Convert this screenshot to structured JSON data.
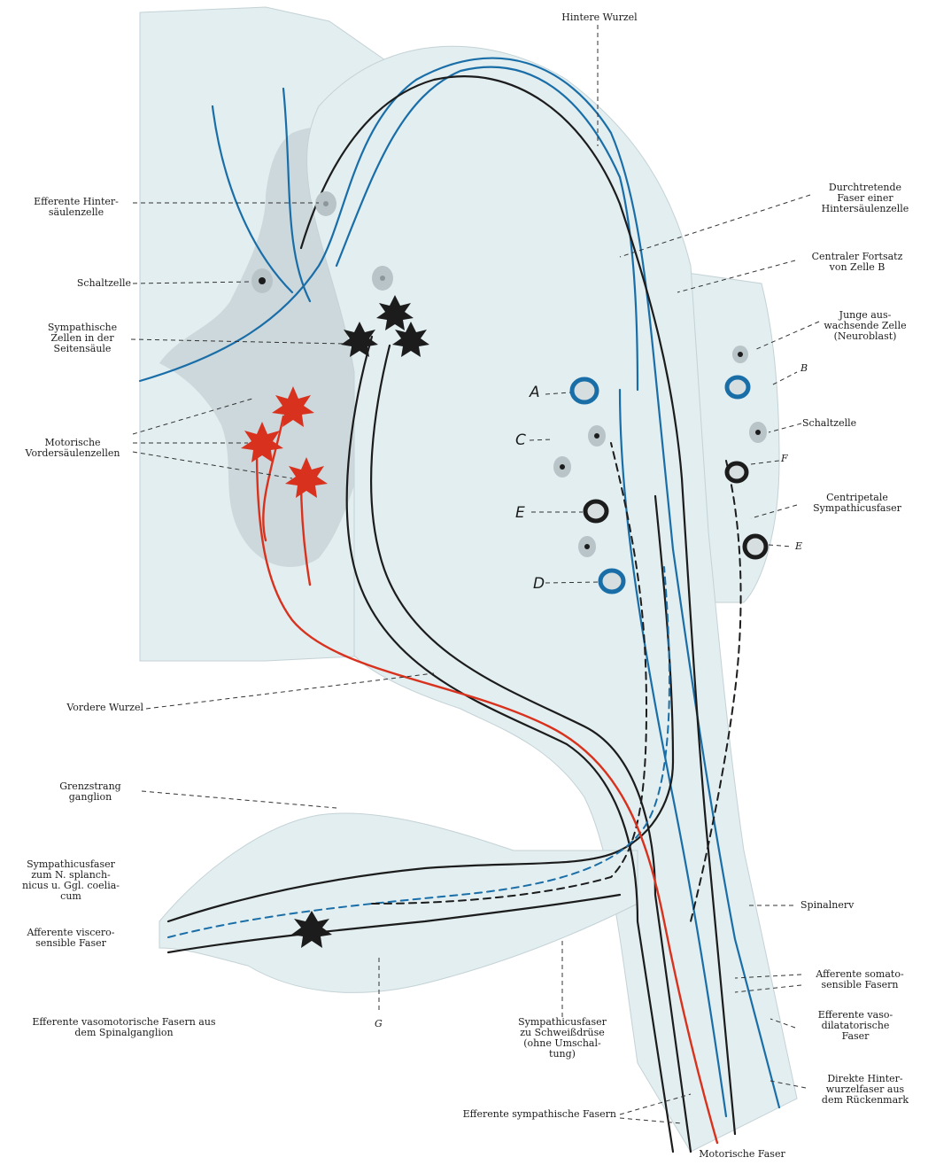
{
  "labels": {
    "hintere_wurzel": "Hintere Wurzel",
    "durchtretende": "Durchtretende\nFaser einer\nHintersäulenzelle",
    "centraler_fortsatz": "Centraler Fortsatz\nvon Zelle B",
    "junge_zelle": "Junge aus-\nwachsende Zelle\n(Neuroblast)",
    "schaltzelle_right": "Schaltzelle",
    "centripetale": "Centripetale\nSympathicusfaser",
    "spinalnerv": "Spinalnerv",
    "afferente_somato": "Afferente somato-\nsensible Fasern",
    "efferente_vaso": "Efferente vaso-\ndilatatorische\nFaser",
    "direkte": "Direkte Hinter-\nwurzelfaser aus\ndem Rückenmark",
    "motorische_faser": "Motorische Faser",
    "efferente_sympathische": "Efferente sympathische Fasern",
    "sympathicusfaser_schweiss": "Sympathicusfaser\nzu Schweißdrüse\n(ohne Umschal-\ntung)",
    "g_label": "G",
    "efferente_vasomotorische": "Efferente vasomotorische Fasern aus\ndem Spinalganglion",
    "afferente_viscero": "Afferente viscero-\nsensible Faser",
    "sympathicusfaser_splanch": "Sympathicusfaser\nzum N. splanch-\nnicus u. Ggl. coelia-\ncum",
    "grenzstrang": "Grenzstrang\nganglion",
    "vordere_wurzel": "Vordere Wurzel",
    "motorische_vorder": "Motorische\nVordersäulenzellen",
    "sympathische_zellen": "Sympathische\nZellen in der\nSeitensäule",
    "schaltzelle_left": "Schaltzelle",
    "efferente_hinter": "Efferente Hinter-\nsäulenzelle",
    "cell_A": "A",
    "cell_B": "B",
    "cell_C": "C",
    "cell_D": "D",
    "cell_E": "E",
    "cell_E2": "E",
    "cell_F": "F"
  },
  "colors": {
    "background": "#ffffff",
    "tissue": "#e2eef0",
    "grey_matter": "#c9d4d8",
    "sensory_fiber": "#1a6ea8",
    "motor_fiber": "#d8321e",
    "sympathetic_fiber": "#1c1c1c",
    "cell_halo": "#b9c4c8"
  }
}
